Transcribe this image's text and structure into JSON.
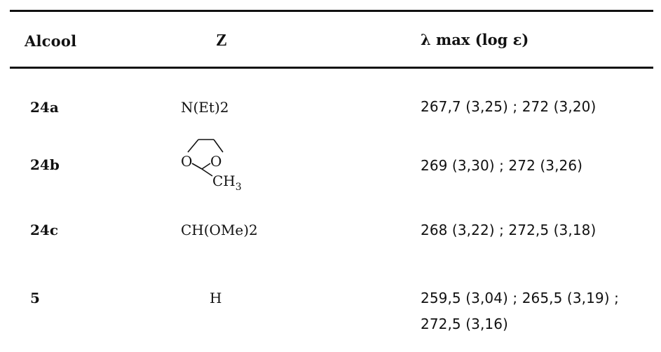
{
  "table": {
    "headers": {
      "alcool": "Alcool",
      "z": "Z",
      "lambda": "λ max (log ε)"
    },
    "rows": [
      {
        "alcool": "24a",
        "z": "N(Et)2",
        "lambda": "267,7 (3,25) ; 272 (3,20)"
      },
      {
        "alcool": "24b",
        "z": "",
        "lambda": "269 (3,30) ; 272 (3,26)"
      },
      {
        "alcool": "24c",
        "z": "CH(OMe)2",
        "lambda": "268 (3,22) ; 272,5 (3,18)"
      },
      {
        "alcool": "5",
        "z": "H",
        "lambda": "259,5 (3,04) ; 265,5 (3,19) ;",
        "lambda_cont": "272,5 (3,16)"
      }
    ]
  },
  "structure_24b": {
    "atom_o1": "O",
    "atom_o2": "O",
    "methyl_c": "CH",
    "methyl_sub": "3"
  }
}
